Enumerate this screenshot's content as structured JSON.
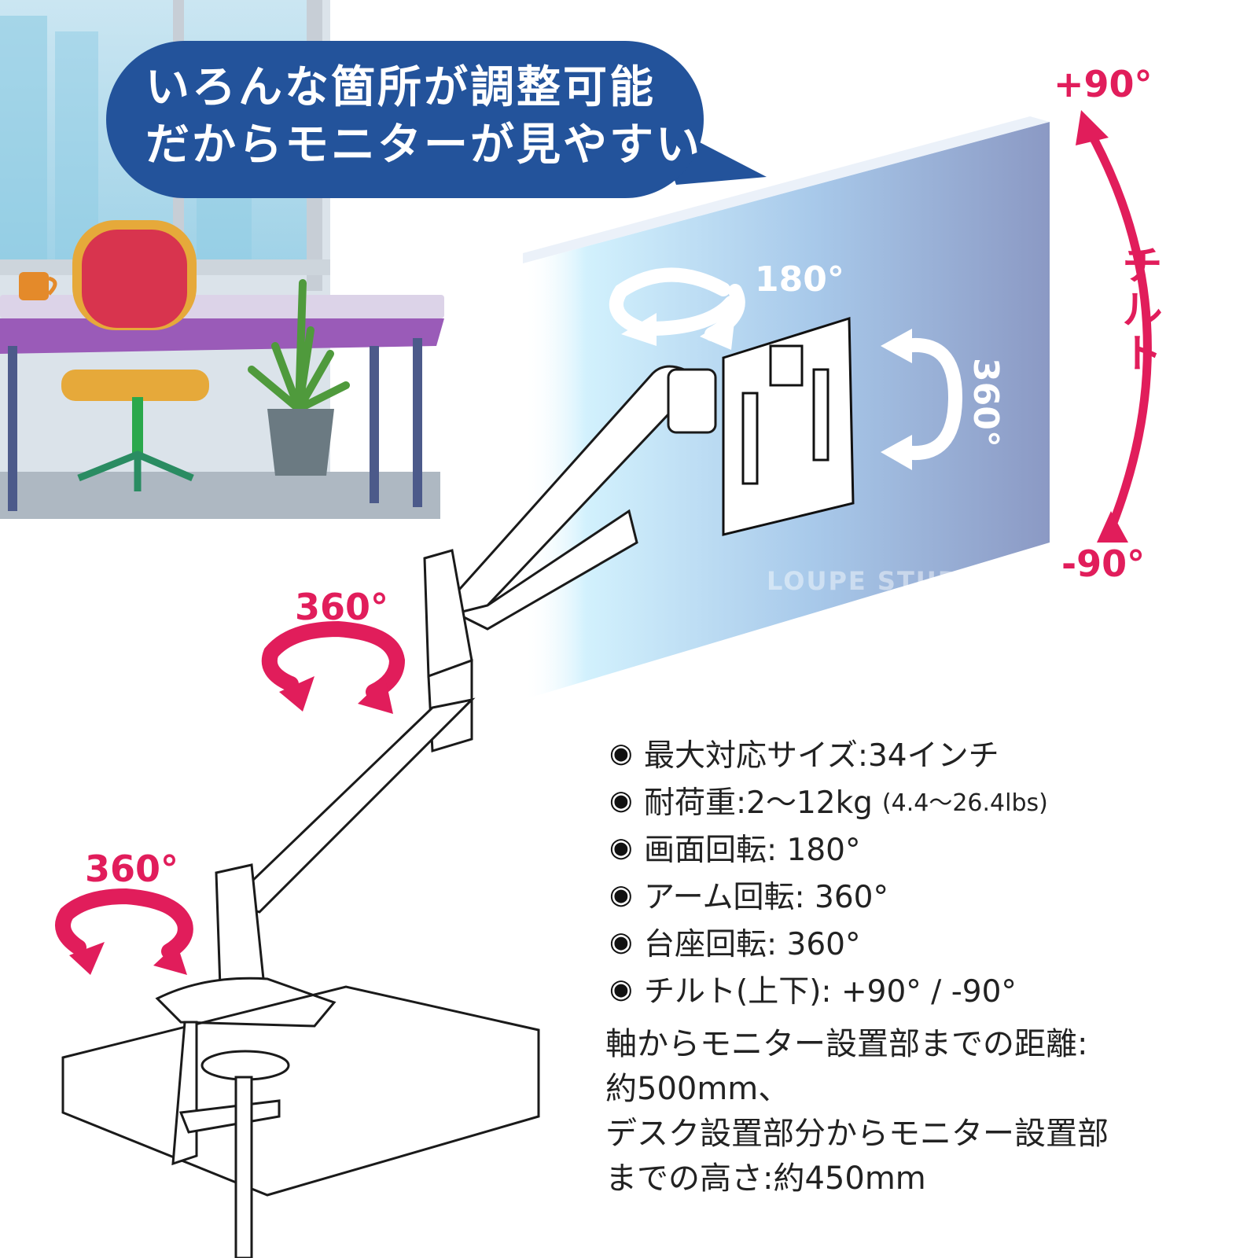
{
  "bubble": {
    "line1": "いろんな箇所が調整可能",
    "line2": "だからモニターが見やすい"
  },
  "rotations": {
    "tilt_top": "+90°",
    "tilt_bottom": "-90°",
    "tilt_label": "チルト",
    "screen": "180°",
    "pivot": "360°",
    "arm": "360°",
    "base": "360°"
  },
  "watermark": "LOUPE STUDIO",
  "specs": [
    {
      "label": "最大対応サイズ:34インチ",
      "extra": ""
    },
    {
      "label": "耐荷重:2〜12kg",
      "extra": "(4.4〜26.4lbs)"
    },
    {
      "label": "画面回転: 180°",
      "extra": ""
    },
    {
      "label": "アーム回転: 360°",
      "extra": ""
    },
    {
      "label": "台座回転: 360°",
      "extra": ""
    },
    {
      "label": "チルト(上下): +90° / -90°",
      "extra": ""
    }
  ],
  "bullet_symbol": "◉",
  "note": {
    "line1": "軸からモニター設置部までの距離:",
    "line2": "約500mm、",
    "line3": "デスク設置部分からモニター設置部",
    "line4": "までの高さ:約450mm"
  },
  "colors": {
    "accent": "#e11d5b",
    "bubble": "#23539b",
    "monitor_light": "#cfeffc",
    "monitor_dark": "#8f9dc6"
  }
}
